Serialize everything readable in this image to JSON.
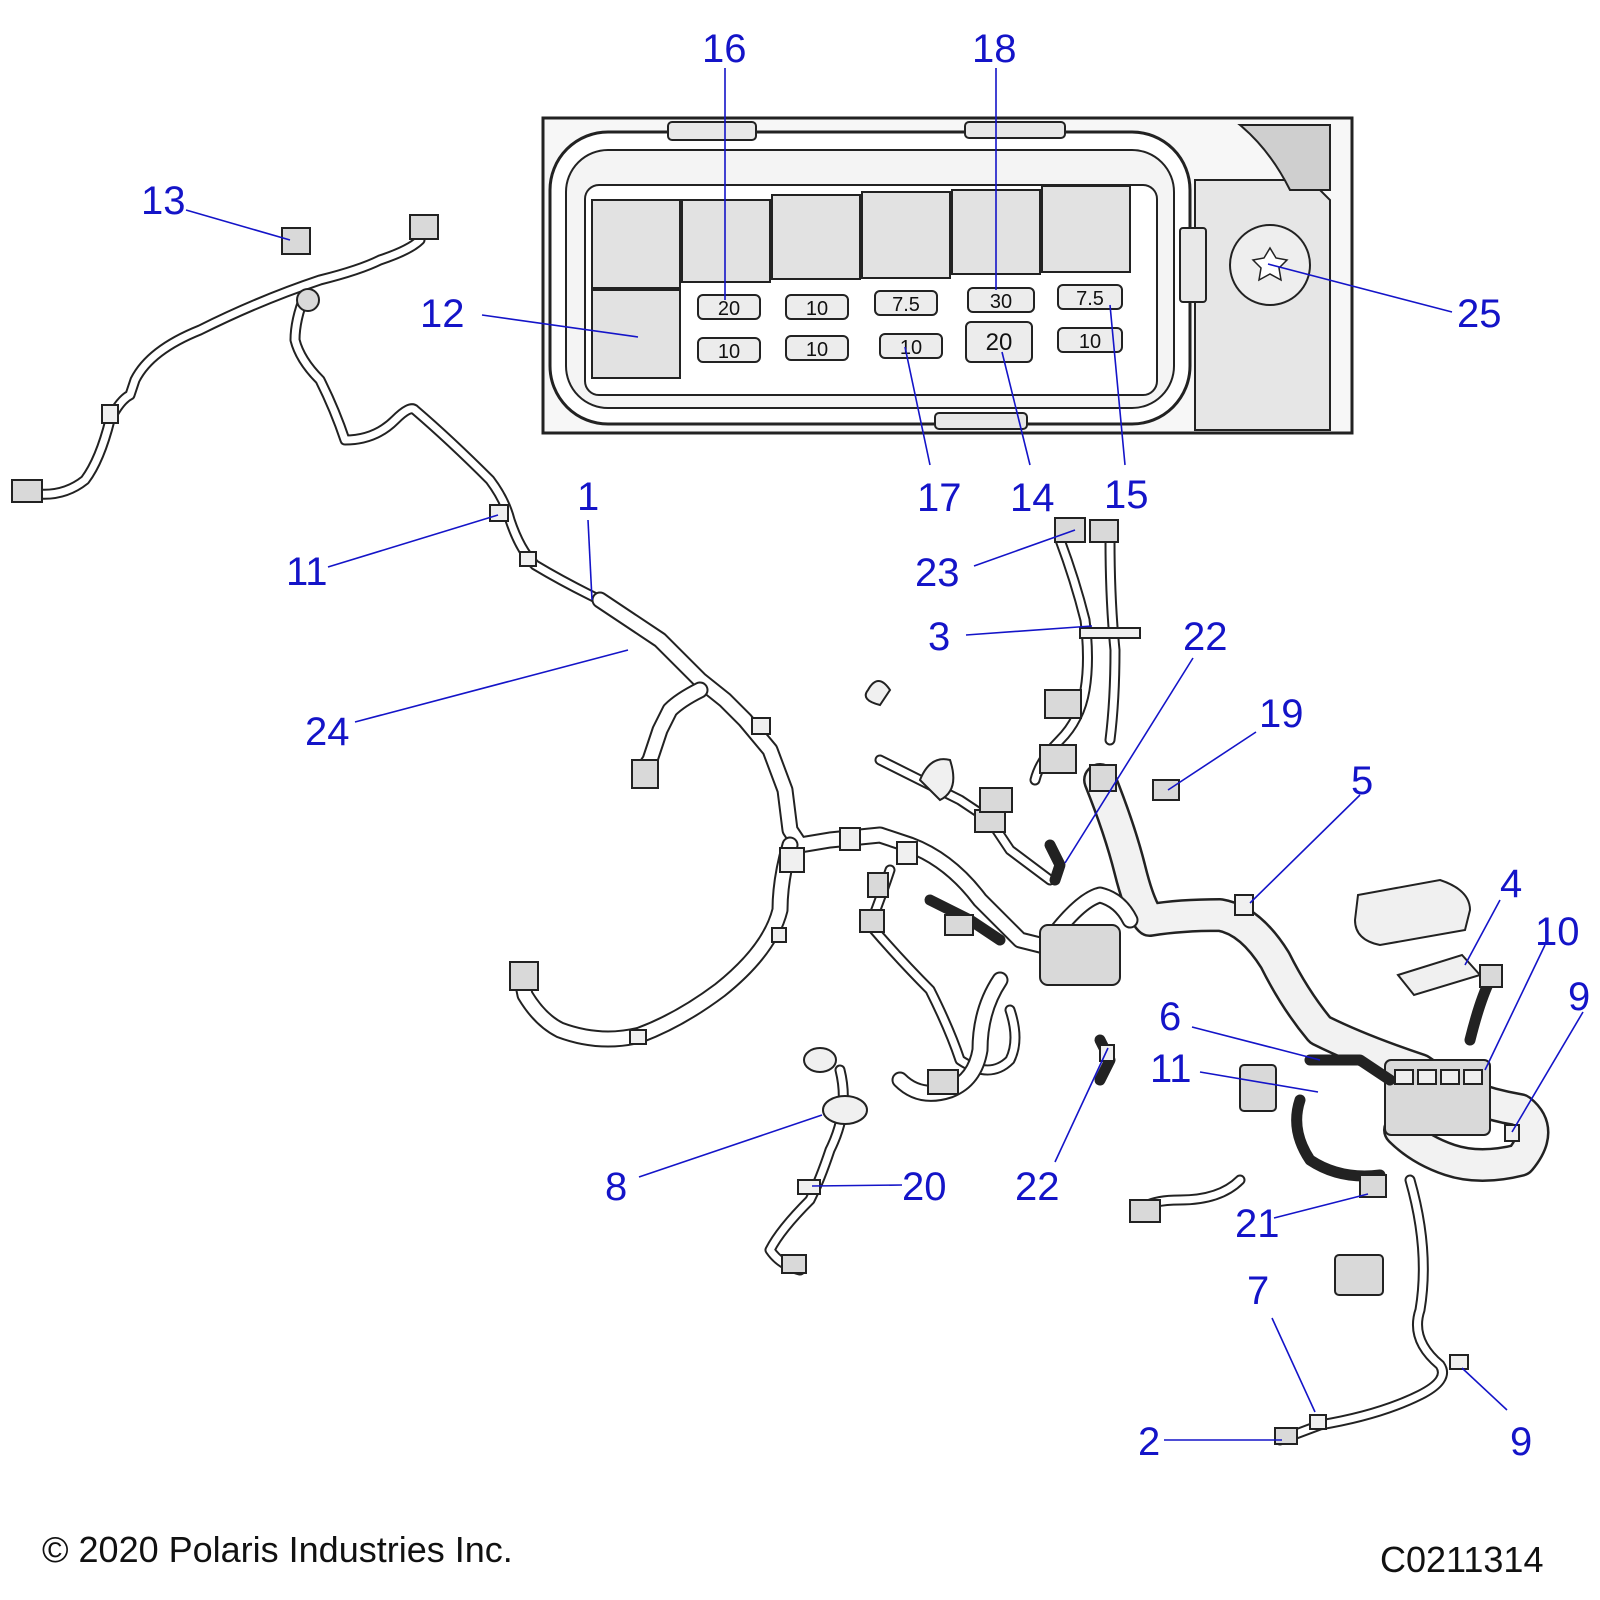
{
  "callouts": {
    "c1": "1",
    "c2": "2",
    "c3": "3",
    "c4": "4",
    "c5": "5",
    "c6": "6",
    "c7": "7",
    "c8": "8",
    "c9a": "9",
    "c9b": "9",
    "c10": "10",
    "c11a": "11",
    "c11b": "11",
    "c12": "12",
    "c13": "13",
    "c14": "14",
    "c15": "15",
    "c16": "16",
    "c17": "17",
    "c18": "18",
    "c19": "19",
    "c20": "20",
    "c21": "21",
    "c22a": "22",
    "c22b": "22",
    "c23": "23",
    "c24": "24",
    "c25": "25"
  },
  "fuses": {
    "top": [
      "20",
      "10",
      "7.5",
      "30",
      "7.5"
    ],
    "bottom": [
      "10",
      "10",
      "10",
      "20",
      "10"
    ]
  },
  "footer": {
    "copyright": "© 2020 Polaris Industries Inc.",
    "code": "C0211314"
  }
}
